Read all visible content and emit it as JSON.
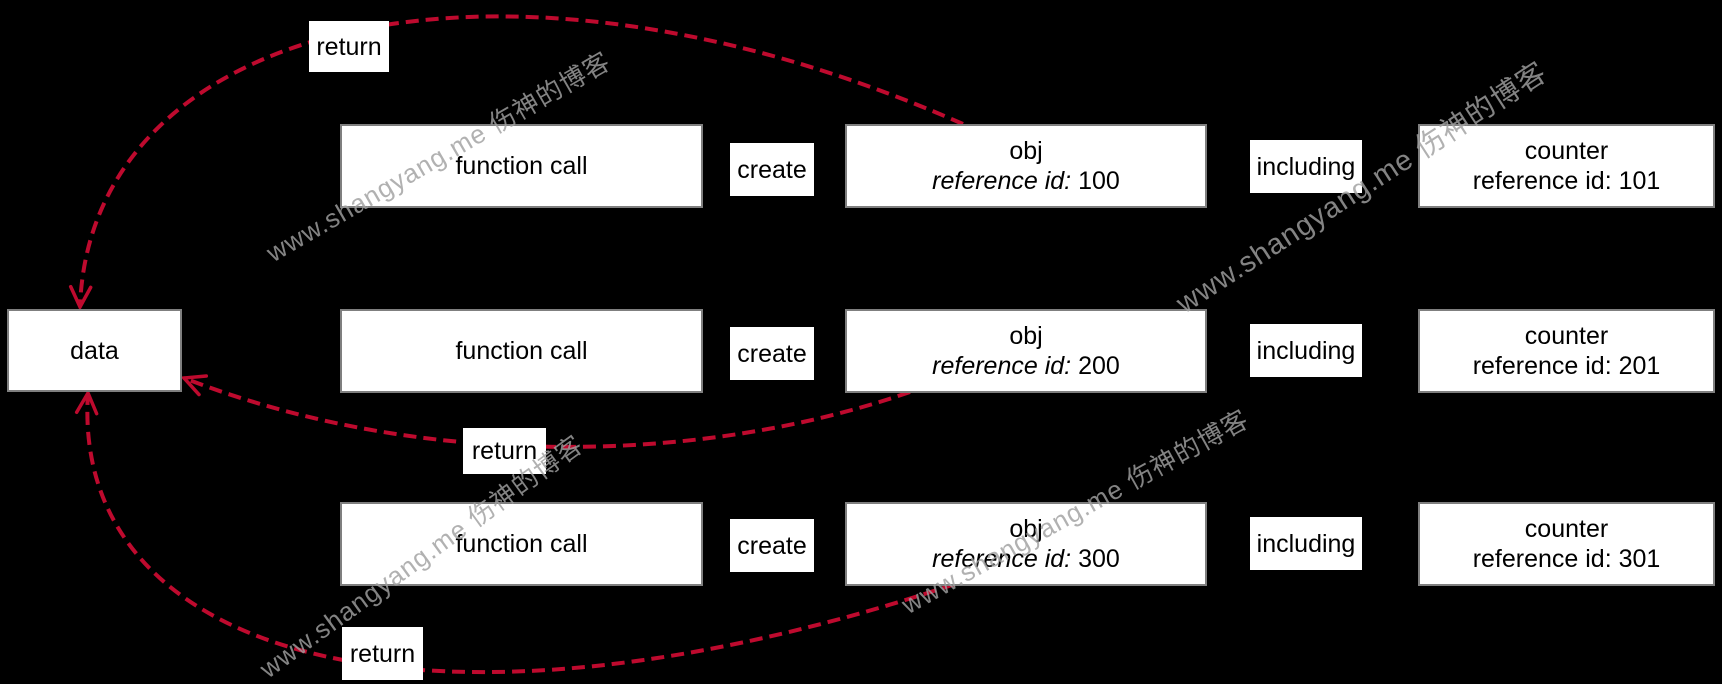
{
  "colors": {
    "background": "#000000",
    "box_fill": "#ffffff",
    "box_border": "#7f7f7f",
    "text": "#000000",
    "arrow_red": "#be0a2e",
    "watermark_gray": "#a0a0a0"
  },
  "watermark": {
    "text": "www.shangyang.me 伤神的博客"
  },
  "data_box": {
    "label": "data"
  },
  "labels": {
    "return": "return"
  },
  "rows": [
    {
      "function_call": "function call",
      "create": "create",
      "obj_title": "obj",
      "obj_ref_label": "reference id:",
      "obj_ref_value": "100",
      "including": "including",
      "counter_title": "counter",
      "counter_ref": "reference id: 101"
    },
    {
      "function_call": "function call",
      "create": "create",
      "obj_title": "obj",
      "obj_ref_label": "reference id:",
      "obj_ref_value": "200",
      "including": "including",
      "counter_title": "counter",
      "counter_ref": "reference id: 201"
    },
    {
      "function_call": "function call",
      "create": "create",
      "obj_title": "obj",
      "obj_ref_label": "reference id:",
      "obj_ref_value": "300",
      "including": "including",
      "counter_title": "counter",
      "counter_ref": "reference id: 301"
    }
  ]
}
